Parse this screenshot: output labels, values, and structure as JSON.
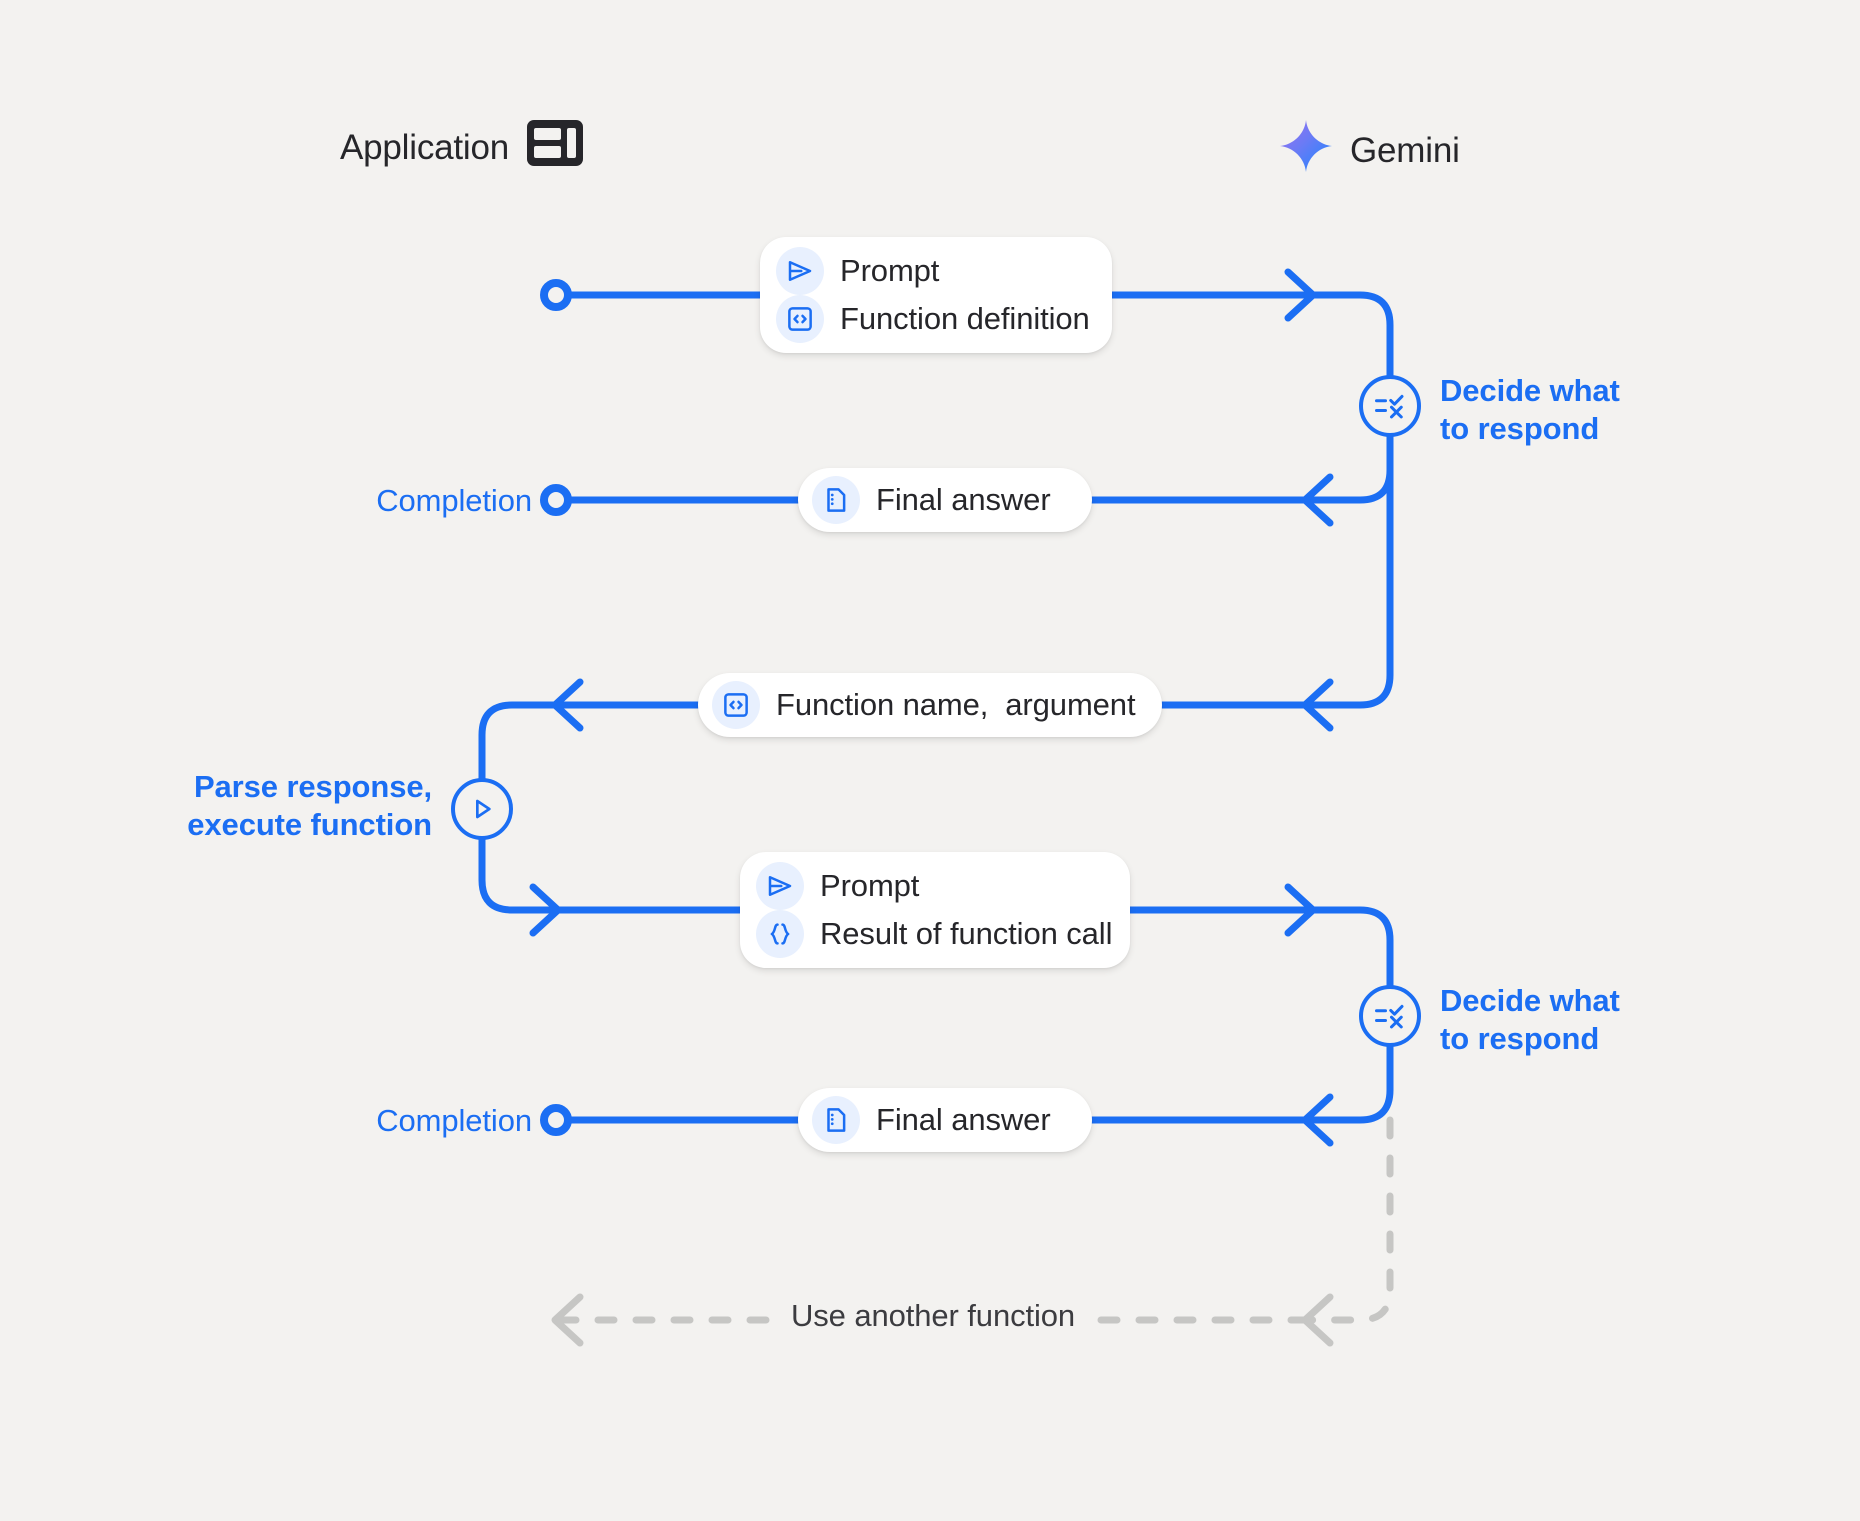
{
  "diagram": {
    "title": "Gemini function calling sequence",
    "background_color": "#f3f2f0",
    "accent_color": "#1b6ef3",
    "lifeline_color": "#c6c6c4",
    "text_color": "#26262a"
  },
  "actors": {
    "application": {
      "label": "Application",
      "icon": "dashboard-layout-icon"
    },
    "gemini": {
      "label": "Gemini",
      "icon": "gemini-sparkle-icon"
    }
  },
  "messages": {
    "request_one": {
      "rows": [
        {
          "icon": "send-icon",
          "text": "Prompt"
        },
        {
          "icon": "code-brackets-icon",
          "text": "Function definition"
        }
      ]
    },
    "final_answer_one": {
      "rows": [
        {
          "icon": "document-icon",
          "text": "Final answer"
        }
      ]
    },
    "function_call": {
      "rows": [
        {
          "icon": "code-brackets-icon",
          "text": "Function name,  argument"
        }
      ]
    },
    "request_two": {
      "rows": [
        {
          "icon": "send-icon",
          "text": "Prompt"
        },
        {
          "icon": "curly-braces-icon",
          "text": "Result of function call"
        }
      ]
    },
    "final_answer_two": {
      "rows": [
        {
          "icon": "document-icon",
          "text": "Final answer"
        }
      ]
    }
  },
  "steps": {
    "decide_one": {
      "label": "Decide what\nto respond",
      "icon": "checklist-decision-icon"
    },
    "decide_two": {
      "label": "Decide what\nto respond",
      "icon": "checklist-decision-icon"
    },
    "parse_execute": {
      "label": "Parse response,\nexecute function",
      "icon": "play-icon"
    },
    "completion_one": {
      "label": "Completion"
    },
    "completion_two": {
      "label": "Completion"
    }
  },
  "loop": {
    "caption": "Use another function"
  }
}
